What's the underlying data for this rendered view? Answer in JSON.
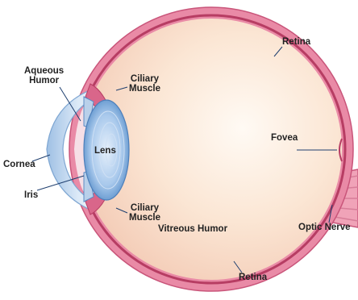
{
  "colors": {
    "sclera": "#e98aa6",
    "sclera_dark": "#c9557a",
    "vitreous": "#fbe3cf",
    "cornea": "#bcd6ee",
    "lens": "#8fb9e3",
    "iris": "#b9d0ea",
    "leader": "#1f4f8a"
  },
  "labels": {
    "aqueous_humor": [
      "Aqueous",
      "Humor"
    ],
    "cornea": "Cornea",
    "iris": "Iris",
    "lens": "Lens",
    "ciliary_muscle_top": [
      "Ciliary",
      "Muscle"
    ],
    "ciliary_muscle_bottom": [
      "Ciliary",
      "Muscle"
    ],
    "retina_top": "Retina",
    "fovea": "Fovea",
    "vitreous_humor": "Vitreous Humor",
    "optic_nerve": "Optic Nerve",
    "retina_bottom": "Retina"
  }
}
